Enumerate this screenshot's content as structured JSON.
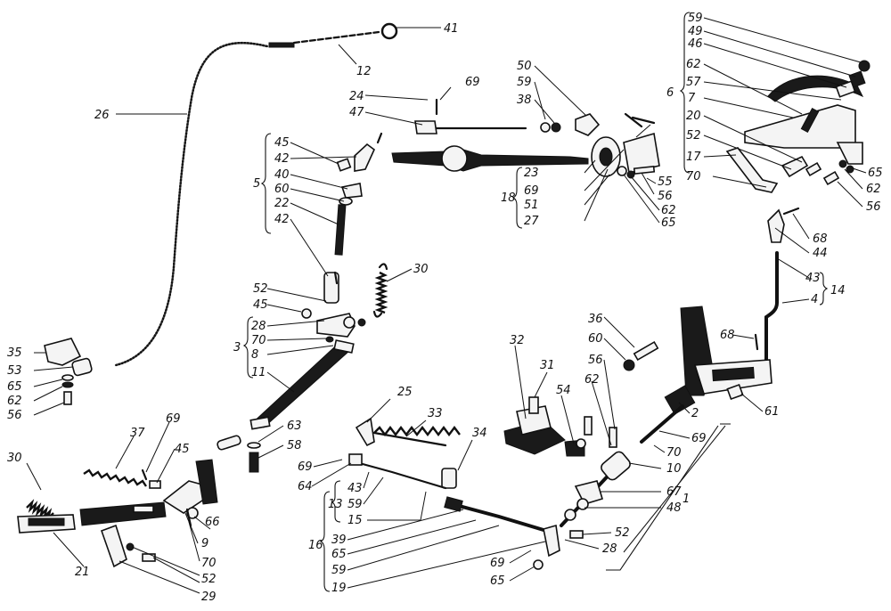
{
  "callouts": {
    "c41": "41",
    "c12": "12",
    "c26": "26",
    "c69a": "69",
    "c24": "24",
    "c47": "47",
    "c50": "50",
    "c59a": "59",
    "c38": "38",
    "c59b": "59",
    "c49": "49",
    "c46": "46",
    "c62a": "62",
    "c57": "57",
    "c7": "7",
    "c20": "20",
    "c52a": "52",
    "c17": "17",
    "c70a": "70",
    "c6": "6",
    "c65a": "65",
    "c62b": "62",
    "c56a": "56",
    "c45a": "45",
    "c42a": "42",
    "c40": "40",
    "c60a": "60",
    "c22": "22",
    "c42b": "42",
    "c5": "5",
    "c23": "23",
    "c69b": "69",
    "c51": "51",
    "c27": "27",
    "c18": "18",
    "c55": "55",
    "c56b": "56",
    "c62c": "62",
    "c65b": "65",
    "c68a": "68",
    "c44": "44",
    "c43a": "43",
    "c4": "4",
    "c14": "14",
    "c30a": "30",
    "c52b": "52",
    "c45b": "45",
    "c28a": "28",
    "c70b": "70",
    "c8": "8",
    "c11": "11",
    "c3": "3",
    "c32": "32",
    "c31": "31",
    "c36": "36",
    "c60b": "60",
    "c56c": "56",
    "c54": "54",
    "c62d": "62",
    "c68b": "68",
    "c61": "61",
    "c2": "2",
    "c69c": "69",
    "c70c": "70",
    "c35": "35",
    "c53": "53",
    "c65c": "65",
    "c62e": "62",
    "c56d": "56",
    "c25": "25",
    "c33": "33",
    "c34": "34",
    "c63": "63",
    "c58": "58",
    "c69d": "69",
    "c64": "64",
    "c43b": "43",
    "c59c": "59",
    "c13": "13",
    "c15": "15",
    "c39": "39",
    "c65d": "65",
    "c59d": "59",
    "c19": "19",
    "c16": "16",
    "c10": "10",
    "c67": "67",
    "c48": "48",
    "c1": "1",
    "c52c": "52",
    "c28b": "28",
    "c69e": "69",
    "c65e": "65",
    "c30b": "30",
    "c37": "37",
    "c69f": "69",
    "c45c": "45",
    "c21": "21",
    "c9": "9",
    "c66": "66",
    "c70d": "70",
    "c52d": "52",
    "c29": "29"
  }
}
